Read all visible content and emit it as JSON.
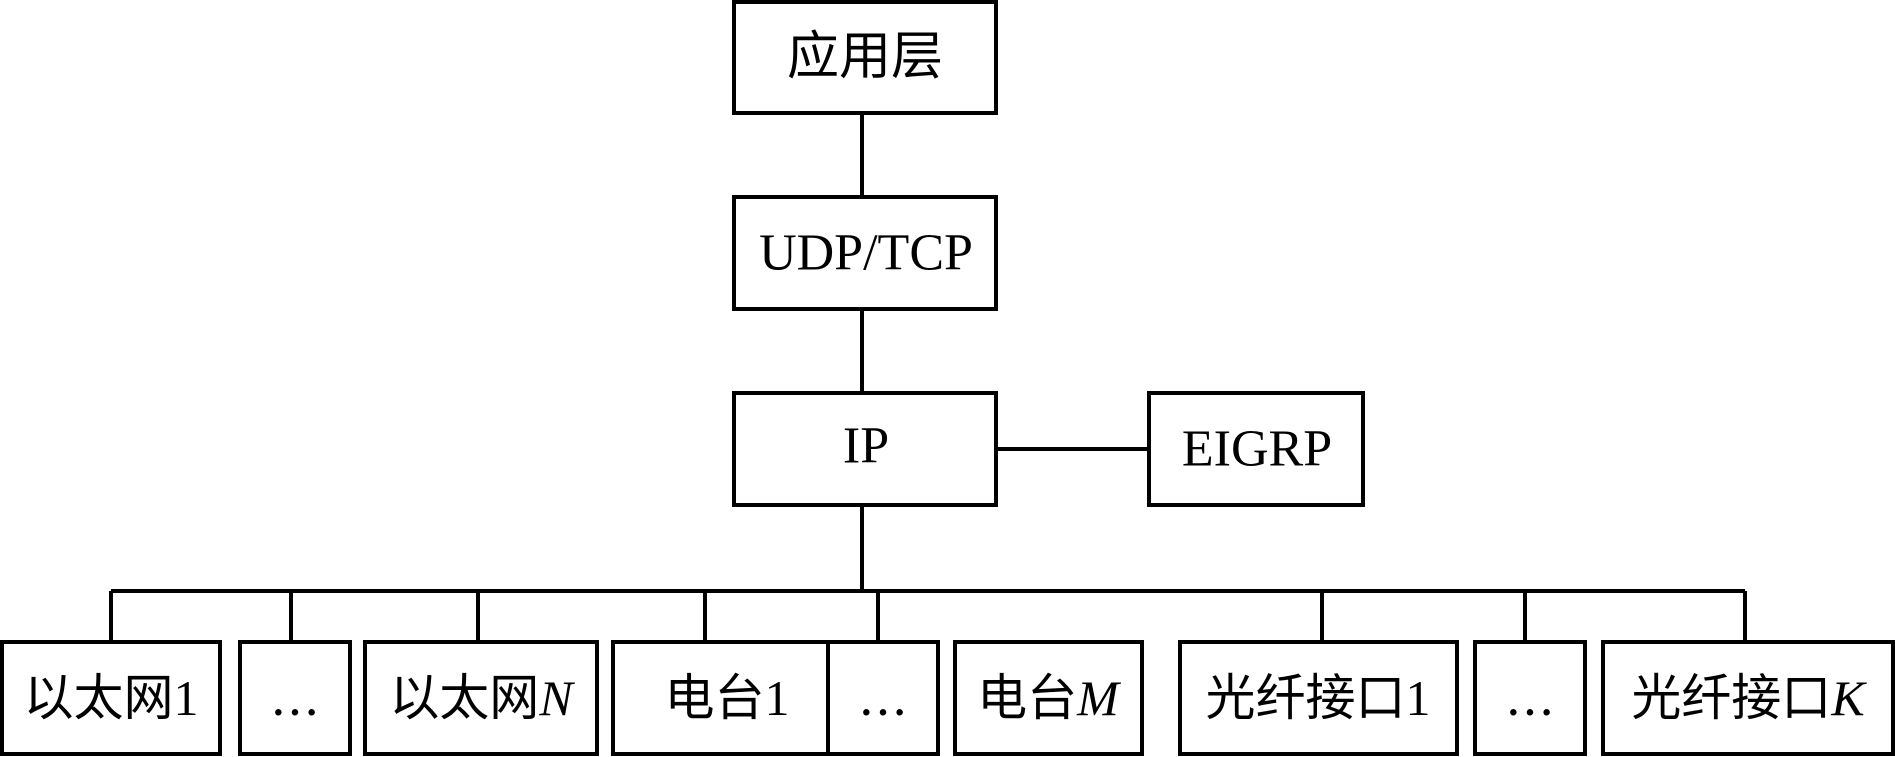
{
  "diagram": {
    "top_layers": {
      "application": "应用层",
      "transport": "UDP/TCP",
      "network": "IP",
      "routing": "EIGRP"
    },
    "interfaces": [
      {
        "label": "以太网",
        "suffix": "1",
        "suffix_italic": false
      },
      {
        "label": "…",
        "suffix": "",
        "suffix_italic": false
      },
      {
        "label": "以太网",
        "suffix": "N",
        "suffix_italic": true
      },
      {
        "label": "电台",
        "suffix": "1",
        "suffix_italic": false
      },
      {
        "label": "…",
        "suffix": "",
        "suffix_italic": false
      },
      {
        "label": "电台",
        "suffix": "M",
        "suffix_italic": true
      },
      {
        "label": "光纤接口",
        "suffix": "1",
        "suffix_italic": false
      },
      {
        "label": "…",
        "suffix": "",
        "suffix_italic": false
      },
      {
        "label": "光纤接口",
        "suffix": "K",
        "suffix_italic": true
      }
    ],
    "colors": {
      "stroke": "#000000",
      "background": "#ffffff",
      "text": "#000000"
    }
  }
}
